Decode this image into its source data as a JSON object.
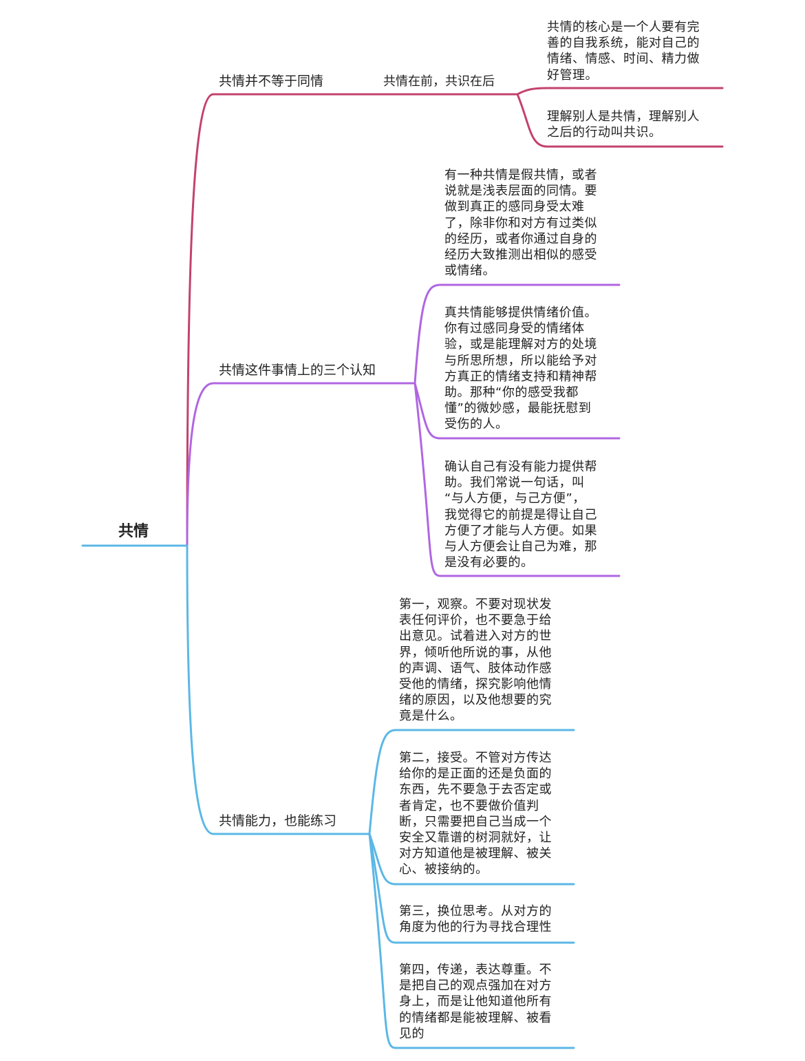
{
  "root": {
    "label": "共情"
  },
  "colors": {
    "branch1": "#c3426c",
    "branch2": "#b066e2",
    "branch3": "#5bb7e6"
  },
  "branches": [
    {
      "label": "共情并不等于同情",
      "sub_label": "共情在前，共识在后",
      "leaves": [
        "共情的核心是一个人要有完\n善的自我系统，能对自己的\n情绪、情感、时间、精力做\n好管理。",
        "理解别人是共情，理解别人\n之后的行动叫共识。"
      ]
    },
    {
      "label": "共情这件事情上的三个认知",
      "leaves": [
        "有一种共情是假共情，或者\n说就是浅表层面的同情。要\n做到真正的感同身受太难\n了，除非你和对方有过类似\n的经历，或者你通过自身的\n经历大致推测出相似的感受\n或情绪。",
        "真共情能够提供情绪价值。\n你有过感同身受的情绪体\n验，或是能理解对方的处境\n与所思所想，所以能给予对\n方真正的情绪支持和精神帮\n助。那种“你的感受我都\n懂”的微妙感，最能抚慰到\n受伤的人。",
        "确认自己有没有能力提供帮\n助。我们常说一句话，叫\n“与人方便，与己方便”，\n我觉得它的前提是得让自己\n方便了才能与人方便。如果\n与人方便会让自己为难，那\n是没有必要的。"
      ]
    },
    {
      "label": "共情能力，也能练习",
      "leaves": [
        "第一，观察。不要对现状发\n表任何评价，也不要急于给\n出意见。试着进入对方的世\n界，倾听他所说的事，从他\n的声调、语气、肢体动作感\n受他的情绪，探究影响他情\n绪的原因，以及他想要的究\n竟是什么。",
        "第二，接受。不管对方传达\n给你的是正面的还是负面的\n东西，先不要急于去否定或\n者肯定，也不要做价值判\n断，只需要把自己当成一个\n安全又靠谱的树洞就好，让\n对方知道他是被理解、被关\n心、被接纳的。",
        "第三，换位思考。从对方的\n角度为他的行为寻找合理性",
        "第四，传递，表达尊重。不\n是把自己的观点强加在对方\n身上，而是让他知道他所有\n的情绪都是能被理解、被看\n见的"
      ]
    }
  ]
}
